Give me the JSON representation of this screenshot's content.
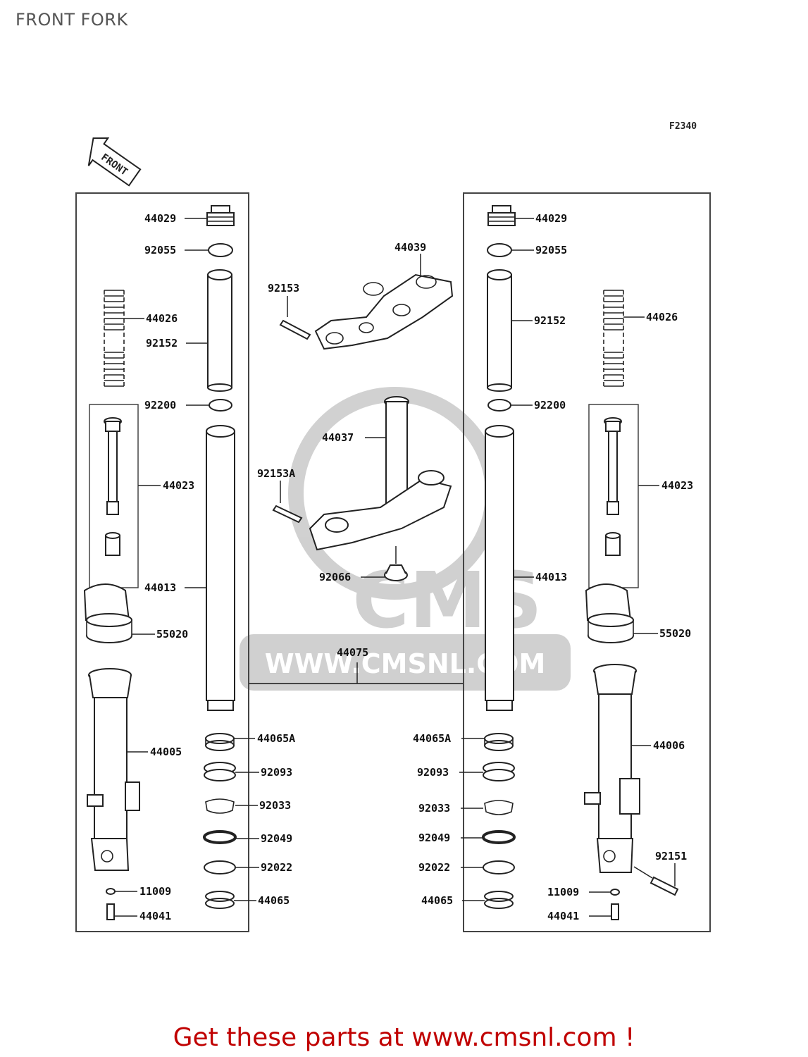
{
  "page": {
    "title": "FRONT FORK",
    "diagram_code": "F2340",
    "front_arrow_label": "FRONT",
    "footer_text": "Get these parts at www.cmsnl.com !",
    "watermark": "WWW.CMSNL.COM"
  },
  "left_fork": {
    "labels": {
      "cap": "44029",
      "oring": "92055",
      "spring": "44026",
      "spacer": "92152",
      "washer": "92200",
      "cartridge": "44023",
      "inner_tube": "44013",
      "guard": "55020",
      "outer_tube": "44005",
      "bush_a": "44065A",
      "seal": "92093",
      "circlip": "92033",
      "dust_seal": "92049",
      "washer2": "92022",
      "bush": "44065",
      "gasket": "11009",
      "bolt": "44041"
    }
  },
  "right_fork": {
    "labels": {
      "cap": "44029",
      "oring": "92055",
      "spring": "44026",
      "spacer": "92152",
      "washer": "92200",
      "cartridge": "44023",
      "inner_tube": "44013",
      "guard": "55020",
      "outer_tube": "44006",
      "bush_a": "44065A",
      "seal": "92093",
      "circlip": "92033",
      "dust_seal": "92049",
      "washer2": "92022",
      "bush": "44065",
      "gasket": "11009",
      "bolt": "44041",
      "axle_bolt": "92151"
    }
  },
  "center": {
    "labels": {
      "upper_bracket": "44039",
      "upper_bolt": "92153",
      "stem": "44037",
      "lower_bolt": "92153A",
      "stem_nut": "92066",
      "assembly": "44075"
    }
  }
}
